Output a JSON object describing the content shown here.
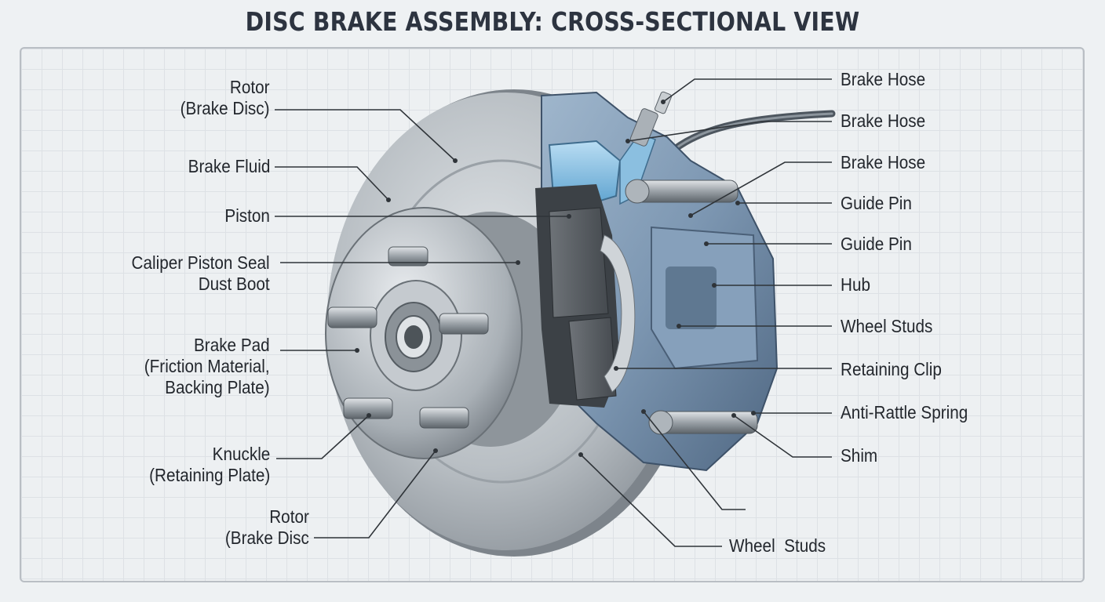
{
  "title": "DISC BRAKE ASSEMBLY: CROSS-SECTIONAL VIEW",
  "left_labels": [
    {
      "id": "rotor-top",
      "text": "Rotor\n(Brake Disc)"
    },
    {
      "id": "brake-fluid",
      "text": "Brake Fluid"
    },
    {
      "id": "piston",
      "text": "Piston"
    },
    {
      "id": "seal-boot",
      "text": "Caliper Piston Seal\nDust Boot"
    },
    {
      "id": "brake-pad",
      "text": "Brake Pad\n(Friction Material,\nBacking Plate)"
    },
    {
      "id": "knuckle",
      "text": "Knuckle\n(Retaining Plate)"
    },
    {
      "id": "rotor-bottom",
      "text": "Rotor\n(Brake Disc"
    }
  ],
  "right_labels": [
    {
      "id": "brake-hose-1",
      "text": "Brake Hose"
    },
    {
      "id": "brake-hose-2",
      "text": "Brake Hose"
    },
    {
      "id": "brake-hose-3",
      "text": "Brake Hose"
    },
    {
      "id": "guide-pin-1",
      "text": "Guide Pin"
    },
    {
      "id": "guide-pin-2",
      "text": "Guide Pin"
    },
    {
      "id": "hub",
      "text": "Hub"
    },
    {
      "id": "wheel-studs-1",
      "text": "Wheel Studs"
    },
    {
      "id": "retaining-clip",
      "text": "Retaining Clip"
    },
    {
      "id": "anti-rattle",
      "text": "Anti-Rattle Spring"
    },
    {
      "id": "shim",
      "text": "Shim"
    },
    {
      "id": "wheel-studs-2",
      "text": "Wheel  Studs"
    }
  ]
}
